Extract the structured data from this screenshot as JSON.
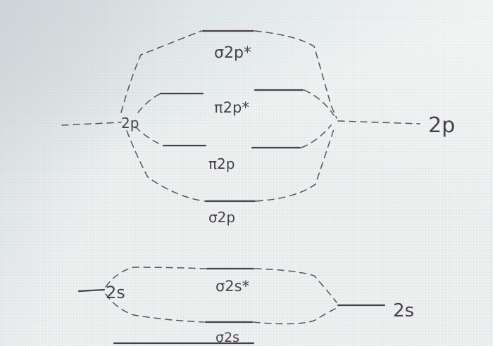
{
  "labels": {
    "sigma_2p_star": "σ2p*",
    "pi_2p_star": "π2p*",
    "pi_2p": "π2p",
    "sigma_2p": "σ2p",
    "left_2p": "2p",
    "right_2p": "2p",
    "sigma_2s_star": "σ2s*",
    "sigma_2s": "σ2s",
    "left_2s": "2s",
    "right_2s": "2s"
  },
  "colors": {
    "ink": "#4a3f4c",
    "paper": "#eef0f1"
  }
}
